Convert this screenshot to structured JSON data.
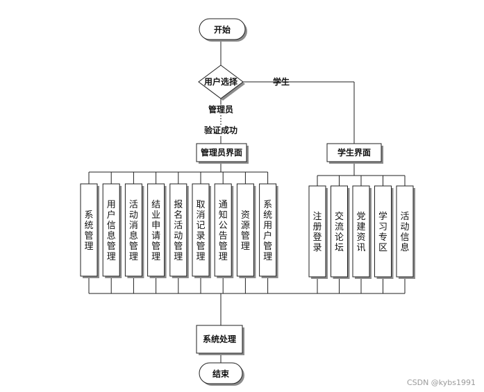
{
  "nodes": {
    "start": "开始",
    "decision": "用户选择",
    "admin_edge": "管理员",
    "verify_edge": "验证成功",
    "student_edge": "学生",
    "admin_ui": "管理员界面",
    "student_ui": "学生界面",
    "process": "系统处理",
    "end": "结束"
  },
  "admin_modules": [
    "系统管理",
    "用户信息管理",
    "活动消息管理",
    "结业申请管理",
    "报名活动管理",
    "取消记录管理",
    "通知公告管理",
    "资源管理",
    "系统用户管理"
  ],
  "student_modules": [
    "注册登录",
    "交流论坛",
    "党建资讯",
    "学习专区",
    "活动信息"
  ],
  "watermark": "CSDN @kybs1991"
}
